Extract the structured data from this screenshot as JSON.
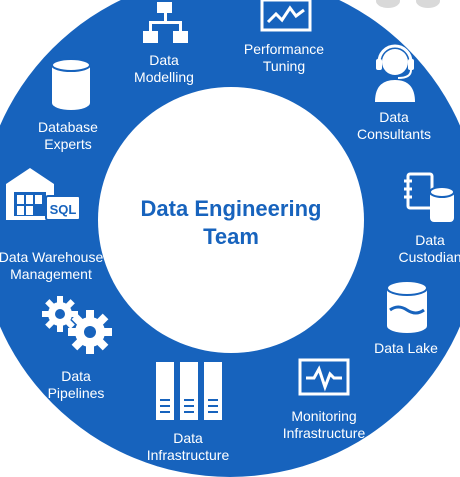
{
  "center": {
    "line1": "Data Engineering",
    "line2": "Team"
  },
  "items": [
    {
      "id": "data-modelling",
      "line1": "Data",
      "line2": "Modelling"
    },
    {
      "id": "performance-tuning",
      "line1": "Performance",
      "line2": "Tuning"
    },
    {
      "id": "data-consultants",
      "line1": "Data",
      "line2": "Consultants"
    },
    {
      "id": "data-custodian",
      "line1": "Data",
      "line2": "Custodian"
    },
    {
      "id": "data-lake",
      "line1": "Data Lake"
    },
    {
      "id": "monitoring-infrastructure",
      "line1": "Monitoring",
      "line2": "Infrastructure"
    },
    {
      "id": "data-infrastructure",
      "line1": "Data",
      "line2": "Infrastructure"
    },
    {
      "id": "data-pipelines",
      "line1": "Data",
      "line2": "Pipelines"
    },
    {
      "id": "data-warehouse-management",
      "line1": "Data Warehouse",
      "line2": "Management"
    },
    {
      "id": "database-experts",
      "line1": "Database",
      "line2": "Experts"
    }
  ],
  "icons": {
    "modelling": "hierarchy-icon",
    "tuning": "chart-monitor-icon",
    "consultants": "headset-person-icon",
    "custodian": "notebook-database-icon",
    "lake": "database-icon",
    "monitoring": "pulse-monitor-icon",
    "infrastructure": "server-rack-icon",
    "pipelines": "gears-icon",
    "warehouse": "warehouse-icon",
    "experts": "database-icon"
  },
  "warehouse_sign": "SQL",
  "colors": {
    "ring": "#1763bd",
    "center_text": "#1763bd",
    "text": "#ffffff"
  }
}
